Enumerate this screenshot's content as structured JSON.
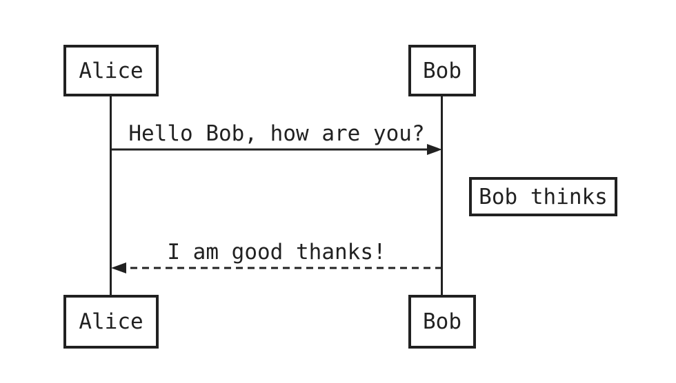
{
  "diagram": {
    "kind": "sequence-diagram",
    "actors": [
      {
        "name": "Alice"
      },
      {
        "name": "Bob"
      }
    ],
    "messages": [
      {
        "from": "Alice",
        "to": "Bob",
        "text": "Hello Bob, how are you?",
        "line_style": "solid",
        "arrowhead": "filled-right"
      },
      {
        "from": "Bob",
        "to": "Alice",
        "text": "I am good thanks!",
        "line_style": "dashed",
        "arrowhead": "filled-left"
      }
    ],
    "notes": [
      {
        "text": "Bob thinks",
        "position": "right-of-Bob"
      }
    ]
  },
  "colors": {
    "stroke": "#212121",
    "text": "#212121",
    "background": "#ffffff",
    "box_fill": "#ffffff"
  }
}
